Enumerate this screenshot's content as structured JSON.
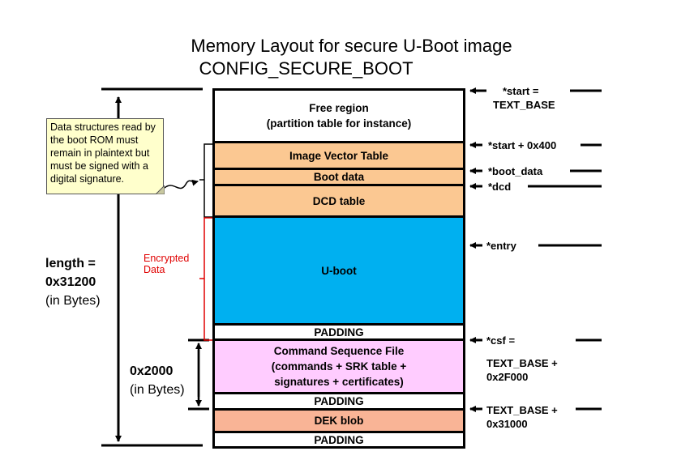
{
  "title": {
    "line1": "Memory Layout for secure U-Boot image",
    "line2": "CONFIG_SECURE_BOOT"
  },
  "blocks": [
    {
      "label1": "Free region",
      "label2": "(partition table for instance)",
      "color": "#ffffff"
    },
    {
      "label1": "Image Vector Table",
      "color": "#fbc892"
    },
    {
      "label1": "Boot data",
      "color": "#fbc892"
    },
    {
      "label1": "DCD table",
      "color": "#fbc892"
    },
    {
      "label1": "U-boot",
      "color": "#00b0f0"
    },
    {
      "label1": "PADDING",
      "color": "#ffffff"
    },
    {
      "label1": "Command Sequence File",
      "label2": "(commands + SRK table +",
      "label3": "signatures + certificates)",
      "color": "#ffccff"
    },
    {
      "label1": "PADDING",
      "color": "#ffffff"
    },
    {
      "label1": "DEK blob",
      "color": "#f9b496"
    },
    {
      "label1": "PADDING",
      "color": "#ffffff"
    }
  ],
  "note": {
    "text": "Data structures read by the boot ROM must remain in plaintext but must be signed with a digital signature."
  },
  "encrypted": {
    "line1": "Encrypted",
    "line2": "Data",
    "color": "#e00000"
  },
  "length": {
    "line1": "length =",
    "line2": "0x31200",
    "line3": "(in Bytes)"
  },
  "csf_size": {
    "line1": "0x2000",
    "line2": "(in Bytes)"
  },
  "pointers": {
    "start1": "*start =",
    "start2": "TEXT_BASE",
    "start400": "*start + 0x400",
    "boot_data": "*boot_data",
    "dcd": "*dcd",
    "entry": "*entry",
    "csf1": "*csf =",
    "csf2": "TEXT_BASE +",
    "csf3": "0x2F000",
    "dek1": "TEXT_BASE +",
    "dek2": "0x31000"
  }
}
